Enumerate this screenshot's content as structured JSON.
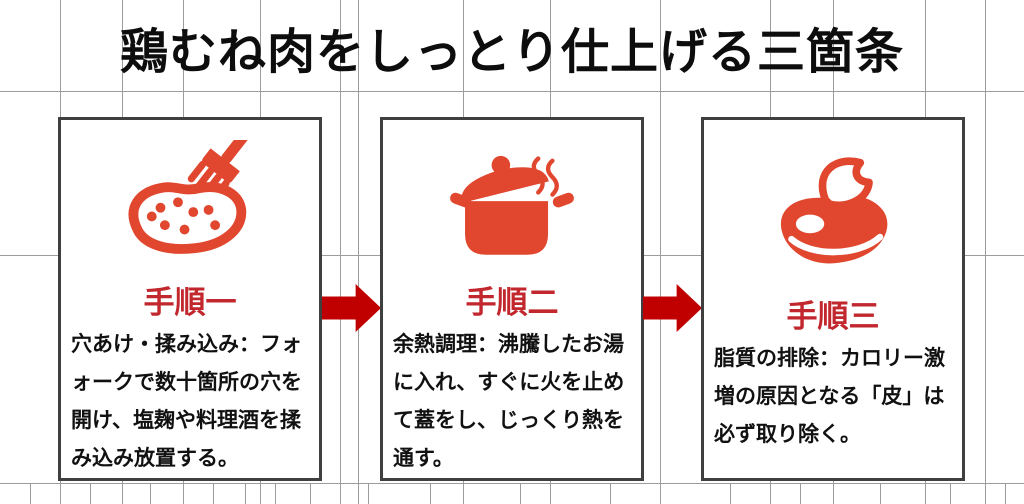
{
  "title": "鶏むね肉をしっとり仕上げる三箇条",
  "steps": [
    {
      "icon": "fork-piercing-meat-icon",
      "heading": "手順一",
      "body": "穴あけ・揉み込み：フォ\nォークで数十箇所の穴を\n開け、塩麹や料理酒を揉\nみ込み放置する。"
    },
    {
      "icon": "pot-lid-steam-icon",
      "heading": "手順二",
      "body": "余熱調理：沸騰したお湯\nに入れ、すぐに火を止め\nて蓋をし、じっくり熱を\n通す。"
    },
    {
      "icon": "meat-skin-removal-icon",
      "heading": "手順三",
      "body": "脂質の排除：カロリー激\n増の原因となる「皮」は\n必ず取り除く。"
    }
  ],
  "colors": {
    "icon_red": "#e1472f",
    "heading_red": "#c1272d",
    "arrow_red": "#c00000",
    "card_border": "#3f3f3f",
    "grid_line": "#9c9c9c",
    "title_black": "#0d0d0d"
  }
}
